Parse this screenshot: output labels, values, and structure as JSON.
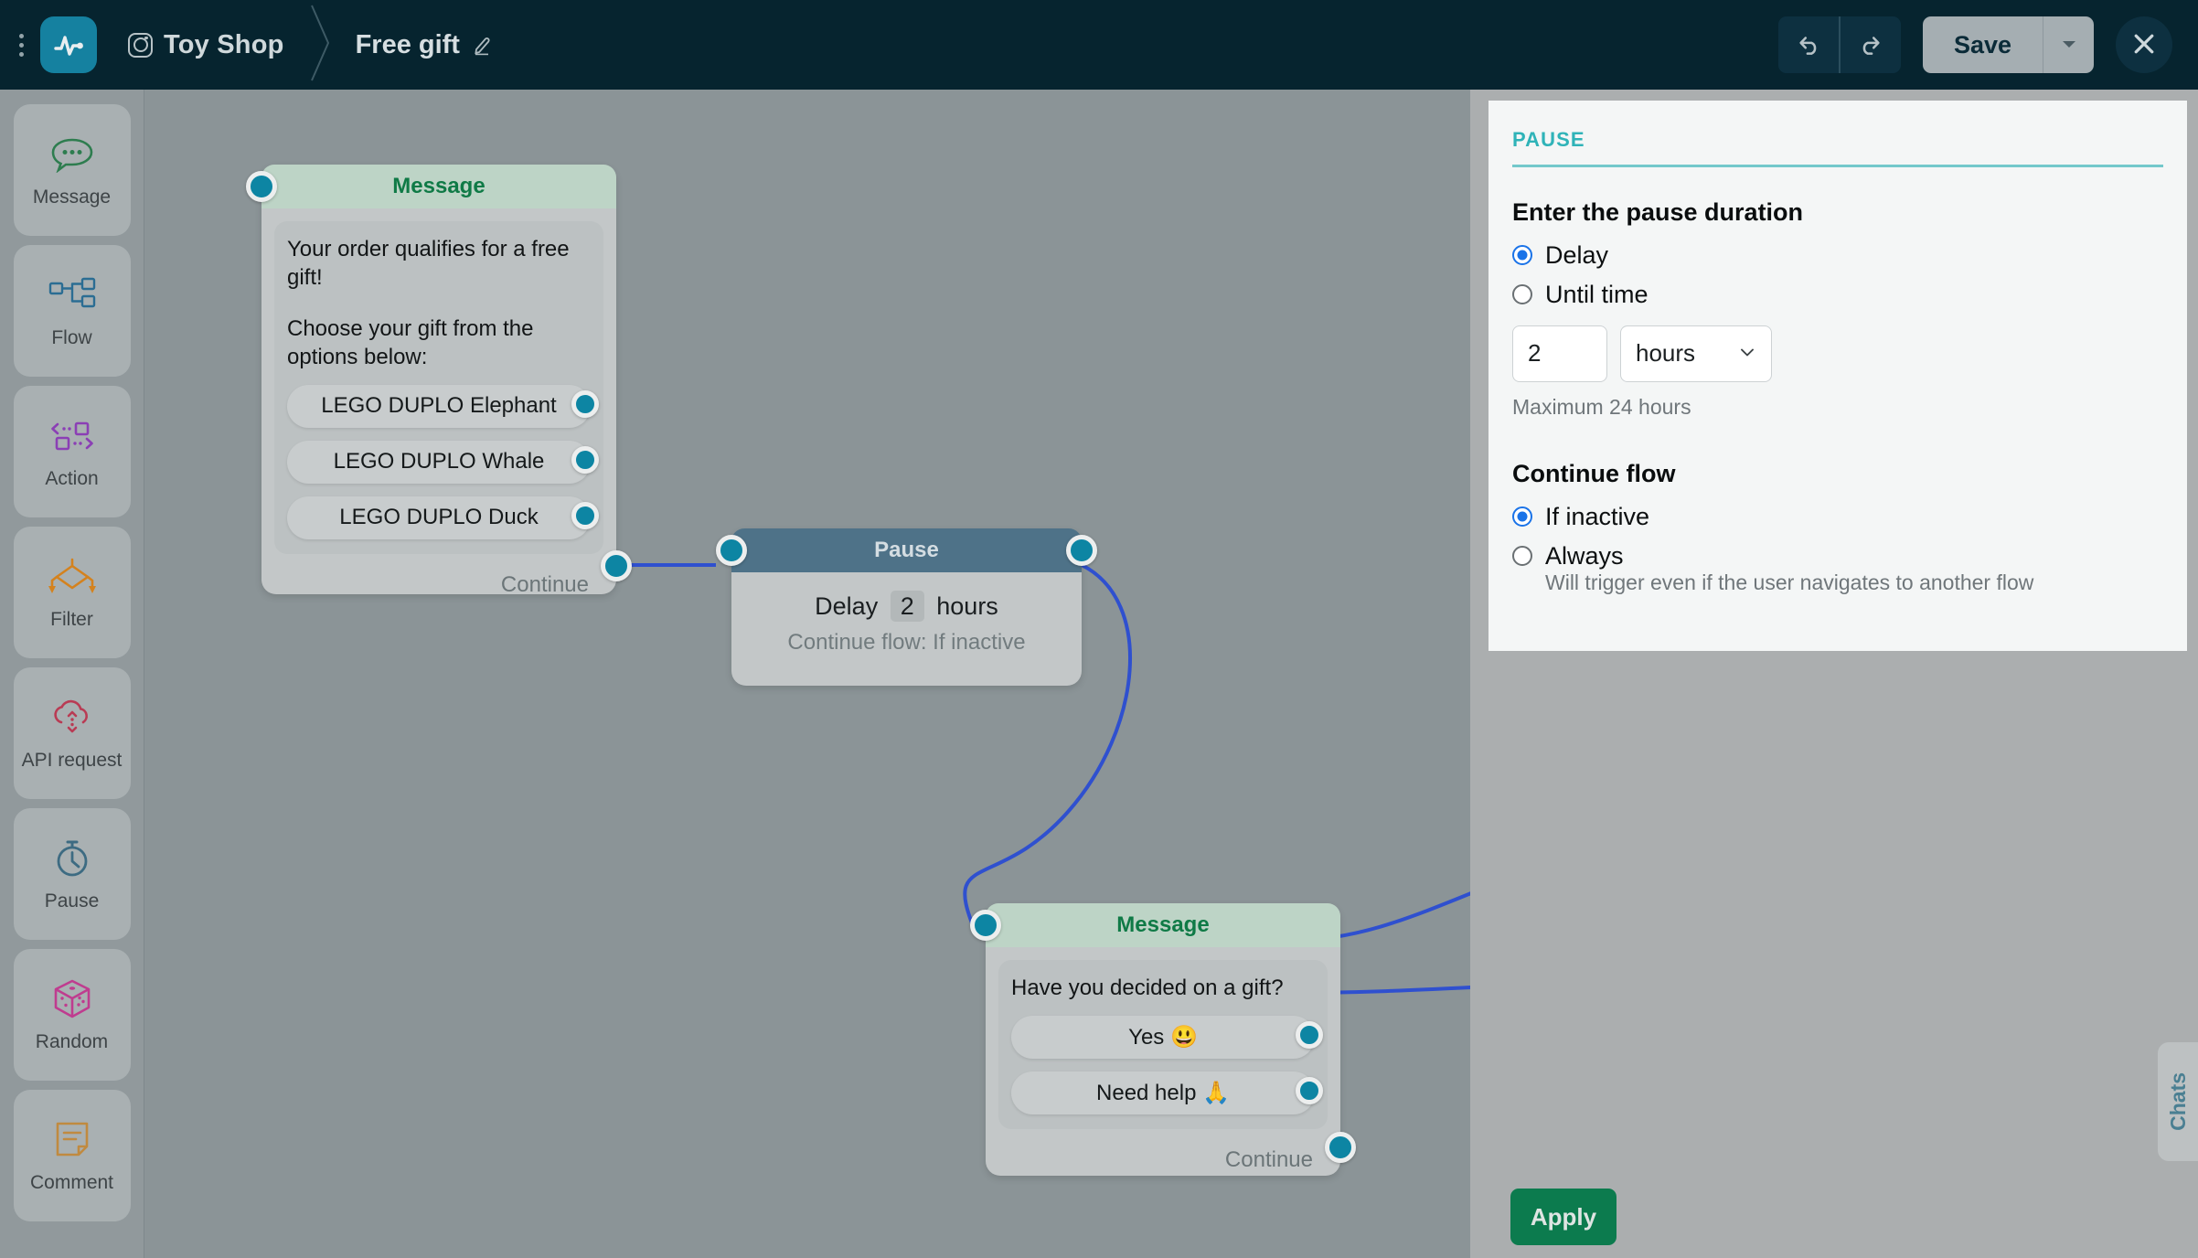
{
  "topbar": {
    "menu_icon": "kebab-menu-icon",
    "logo_icon": "activity-pulse-logo",
    "channel_icon": "instagram-icon",
    "brand_name": "Toy Shop",
    "flow_name": "Free gift",
    "edit_icon": "pencil-icon",
    "undo_label": "undo-icon",
    "redo_label": "redo-icon",
    "save_label": "Save",
    "save_caret_icon": "chevron-down-icon",
    "close_icon": "close-icon"
  },
  "sidebar": {
    "items": [
      {
        "label": "Message",
        "icon": "speech-bubble-icon",
        "color": "#2e7d4f"
      },
      {
        "label": "Flow",
        "icon": "flow-tree-icon",
        "color": "#2b6d93"
      },
      {
        "label": "Action",
        "icon": "action-arrows-icon",
        "color": "#8b3fb5"
      },
      {
        "label": "Filter",
        "icon": "filter-diamond-icon",
        "color": "#d4821e"
      },
      {
        "label": "API request",
        "icon": "cloud-api-icon",
        "color": "#b93b54"
      },
      {
        "label": "Pause",
        "icon": "stopwatch-icon",
        "color": "#3d6b82"
      },
      {
        "label": "Random",
        "icon": "dice-cube-icon",
        "color": "#bf3c8f"
      },
      {
        "label": "Comment",
        "icon": "note-comment-icon",
        "color": "#c08a40"
      }
    ]
  },
  "canvas": {
    "nodes": [
      {
        "type": "message",
        "title": "Message",
        "paragraphs": [
          "Your order qualifies for a free gift!",
          "Choose your gift from the options below:"
        ],
        "choices": [
          "LEGO DUPLO Elephant",
          "LEGO DUPLO Whale",
          "LEGO DUPLO Duck"
        ],
        "continue_label": "Continue"
      },
      {
        "type": "pause",
        "title": "Pause",
        "delay_prefix": "Delay",
        "delay_value": "2",
        "delay_unit": "hours",
        "continue_flow_text": "Continue flow: If inactive"
      },
      {
        "type": "message",
        "title": "Message",
        "paragraphs": [
          "Have you decided on a gift?"
        ],
        "choices": [
          "Yes 😃",
          "Need help 🙏"
        ],
        "continue_label": "Continue"
      }
    ]
  },
  "panel": {
    "title": "PAUSE",
    "duration_heading": "Enter the pause duration",
    "duration_options": [
      {
        "label": "Delay",
        "selected": true
      },
      {
        "label": "Until time",
        "selected": false
      }
    ],
    "amount_value": "2",
    "unit_value": "hours",
    "unit_caret_icon": "chevron-down-icon",
    "max_hint": "Maximum 24 hours",
    "continue_heading": "Continue flow",
    "continue_options": [
      {
        "label": "If inactive",
        "selected": true
      },
      {
        "label": "Always",
        "selected": false
      }
    ],
    "always_hint": "Will trigger even if the user navigates to another flow",
    "apply_label": "Apply"
  },
  "chats_tab": {
    "label": "Chats"
  },
  "colors": {
    "topbar_bg": "#06242f",
    "accent_teal": "#1581a0",
    "panel_accent": "#2fb3b8",
    "edge_blue": "#2f50cf",
    "apply_green": "#0c7b4e",
    "message_header": "#bdd4c6",
    "pause_header": "#4e7288"
  }
}
